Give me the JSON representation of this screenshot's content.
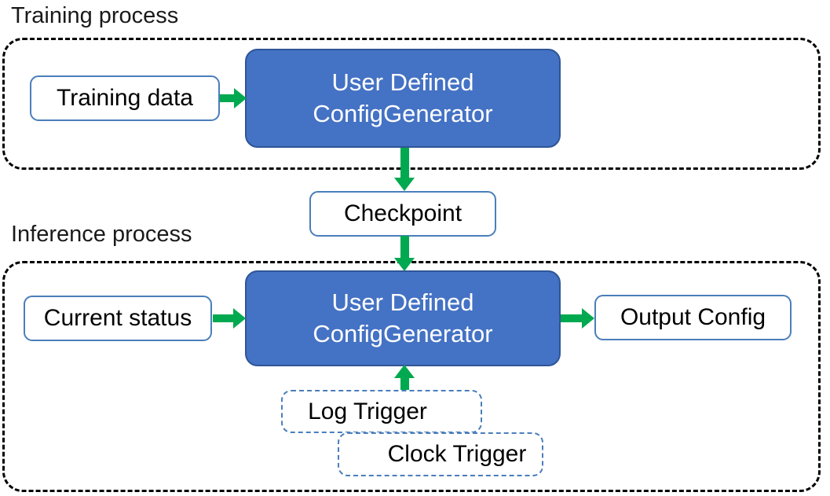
{
  "diagram": {
    "title": "Training process / Inference process pipeline",
    "colors": {
      "accent_green": "#00A94F",
      "box_fill_blue": "#4472C4",
      "box_border_blue": "#4A7EBB",
      "box_border_blue_dark": "#2F5597",
      "container_border": "#000000",
      "text_dark": "#000000",
      "text_light": "#FFFFFF",
      "background": "#FFFFFF"
    },
    "sections": [
      {
        "id": "training",
        "caption": "Training process"
      },
      {
        "id": "inference",
        "caption": "Inference process"
      }
    ],
    "nodes": {
      "training_data": {
        "label": "Training data",
        "style": "outline"
      },
      "train_generator": {
        "line1": "User Defined",
        "line2": "ConfigGenerator",
        "style": "filled"
      },
      "checkpoint": {
        "label": "Checkpoint",
        "style": "outline"
      },
      "current_status": {
        "label": "Current status",
        "style": "outline"
      },
      "inf_generator": {
        "line1": "User Defined",
        "line2": "ConfigGenerator",
        "style": "filled"
      },
      "output_config": {
        "label": "Output Config",
        "style": "outline"
      },
      "log_trigger": {
        "label": "Log Trigger",
        "style": "dashed"
      },
      "clock_trigger": {
        "label": "Clock Trigger",
        "style": "dashed"
      }
    },
    "edges": [
      {
        "from": "training_data",
        "to": "train_generator",
        "direction": "right"
      },
      {
        "from": "train_generator",
        "to": "checkpoint",
        "direction": "down"
      },
      {
        "from": "checkpoint",
        "to": "inf_generator",
        "direction": "down"
      },
      {
        "from": "current_status",
        "to": "inf_generator",
        "direction": "right"
      },
      {
        "from": "inf_generator",
        "to": "output_config",
        "direction": "right"
      },
      {
        "from": "log_trigger",
        "to": "inf_generator",
        "direction": "up"
      }
    ]
  }
}
